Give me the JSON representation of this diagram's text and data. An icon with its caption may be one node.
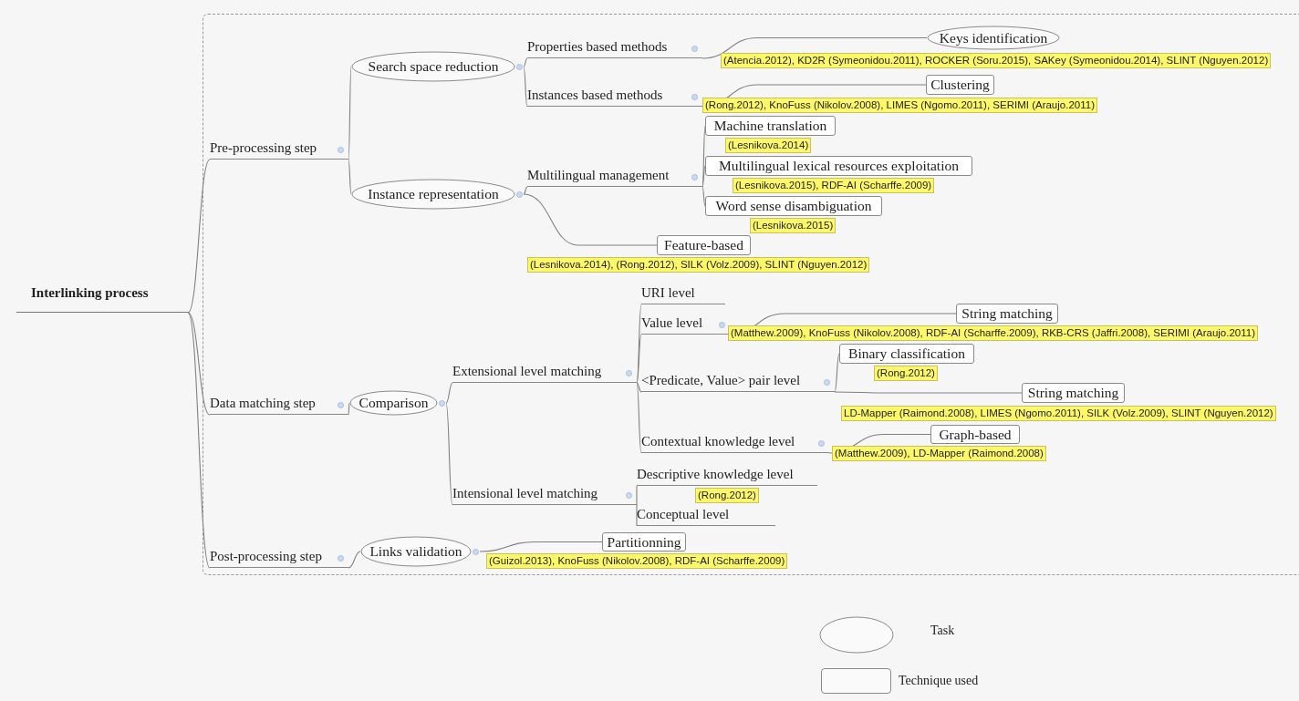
{
  "diagram": {
    "nodes": [
      {
        "text": [
          "Interlinking process"
        ]
      },
      {
        "text": [
          "Pre-processing step"
        ]
      },
      {
        "text": [
          "Search space reduction"
        ]
      },
      {
        "text": [
          "Properties based methods"
        ]
      },
      {
        "text": [
          "Keys identification"
        ],
        "beside": [
          "(Atencia.2012), KD2R (Symeonidou.2011), ROCKER (Soru.2015), SAKey (Symeonidou.2014), SLINT (Nguyen.2012)"
        ]
      },
      {
        "text": [
          "Instances based methods"
        ]
      },
      {
        "text": [
          "Clustering"
        ],
        "beside": [
          "(Rong.2012), KnoFuss (Nikolov.2008), LIMES (Ngomo.2011), SERIMI (Araujo.2011)"
        ]
      },
      {
        "text": [
          "Instance representation"
        ]
      },
      {
        "text": [
          "Multilingual management"
        ]
      },
      {
        "text": [
          "Machine translation"
        ],
        "beside": [
          "(Lesnikova.2014)"
        ]
      },
      {
        "text": [
          "Multilingual lexical resources exploitation"
        ],
        "beside": [
          "(Lesnikova.2015), RDF-AI (Scharffe.2009)"
        ]
      },
      {
        "text": [
          "Word sense disambiguation"
        ],
        "beside": [
          "(Lesnikova.2015)"
        ]
      },
      {
        "text": [
          "Feature-based"
        ],
        "beside": [
          "(Lesnikova.2014), (Rong.2012), SILK (Volz.2009), SLINT (Nguyen.2012)"
        ]
      },
      {
        "text": [
          "Data matching step"
        ]
      },
      {
        "text": [
          "Comparison"
        ]
      },
      {
        "text": [
          "Extensional level matching"
        ]
      },
      {
        "text": [
          "URI level"
        ]
      },
      {
        "text": [
          "Value level"
        ]
      },
      {
        "text": [
          "String matching"
        ],
        "beside": [
          "(Matthew.2009), KnoFuss (Nikolov.2008), RDF-AI (Scharffe.2009), RKB-CRS (Jaffri.2008), SERIMI (Araujo.2011)"
        ]
      },
      {
        "text": [
          "<Predicate, Value> pair level"
        ]
      },
      {
        "text": [
          "Binary classification"
        ],
        "beside": [
          "(Rong.2012)"
        ]
      },
      {
        "text": [
          "String matching"
        ],
        "beside": [
          "LD-Mapper (Raimond.2008), LIMES (Ngomo.2011), SILK (Volz.2009), SLINT (Nguyen.2012)"
        ]
      },
      {
        "text": [
          "Contextual knowledge level"
        ]
      },
      {
        "text": [
          "Graph-based"
        ],
        "beside": [
          "(Matthew.2009), LD-Mapper (Raimond.2008)"
        ]
      },
      {
        "text": [
          "Intensional level matching"
        ]
      },
      {
        "text": [
          "Descriptive knowledge level"
        ],
        "beside": [
          "(Rong.2012)"
        ]
      },
      {
        "text": [
          "Conceptual level"
        ]
      },
      {
        "text": [
          "Post-processing step"
        ]
      },
      {
        "text": [
          "Links validation"
        ]
      },
      {
        "text": [
          "Partitionning"
        ],
        "beside": [
          "(Guizol.2013), KnoFuss (Nikolov.2008), RDF-AI (Scharffe.2009)"
        ]
      }
    ],
    "edges": [
      {
        "from": 0,
        "to": 1,
        "arrow": "none"
      },
      {
        "from": 0,
        "to": 13,
        "arrow": "none"
      },
      {
        "from": 0,
        "to": 27,
        "arrow": "none"
      },
      {
        "from": 1,
        "to": 2,
        "arrow": "none"
      },
      {
        "from": 1,
        "to": 7,
        "arrow": "none"
      },
      {
        "from": 2,
        "to": 3,
        "arrow": "none"
      },
      {
        "from": 2,
        "to": 5,
        "arrow": "none"
      },
      {
        "from": 3,
        "to": 4,
        "arrow": "none"
      },
      {
        "from": 5,
        "to": 6,
        "arrow": "none"
      },
      {
        "from": 7,
        "to": 8,
        "arrow": "none"
      },
      {
        "from": 7,
        "to": 12,
        "arrow": "none"
      },
      {
        "from": 8,
        "to": 9,
        "arrow": "none"
      },
      {
        "from": 8,
        "to": 10,
        "arrow": "none"
      },
      {
        "from": 8,
        "to": 11,
        "arrow": "none"
      },
      {
        "from": 13,
        "to": 14,
        "arrow": "none"
      },
      {
        "from": 14,
        "to": 15,
        "arrow": "none"
      },
      {
        "from": 14,
        "to": 24,
        "arrow": "none"
      },
      {
        "from": 15,
        "to": 16,
        "arrow": "none"
      },
      {
        "from": 15,
        "to": 17,
        "arrow": "none"
      },
      {
        "from": 15,
        "to": 19,
        "arrow": "none"
      },
      {
        "from": 15,
        "to": 22,
        "arrow": "none"
      },
      {
        "from": 17,
        "to": 18,
        "arrow": "none"
      },
      {
        "from": 19,
        "to": 20,
        "arrow": "none"
      },
      {
        "from": 19,
        "to": 21,
        "arrow": "none"
      },
      {
        "from": 22,
        "to": 23,
        "arrow": "none"
      },
      {
        "from": 24,
        "to": 25,
        "arrow": "none"
      },
      {
        "from": 24,
        "to": 26,
        "arrow": "none"
      },
      {
        "from": 27,
        "to": 28,
        "arrow": "none"
      },
      {
        "from": 28,
        "to": 29,
        "arrow": "none"
      }
    ],
    "legend": [
      {
        "text": "Task"
      },
      {
        "text": "Technique used"
      }
    ]
  }
}
